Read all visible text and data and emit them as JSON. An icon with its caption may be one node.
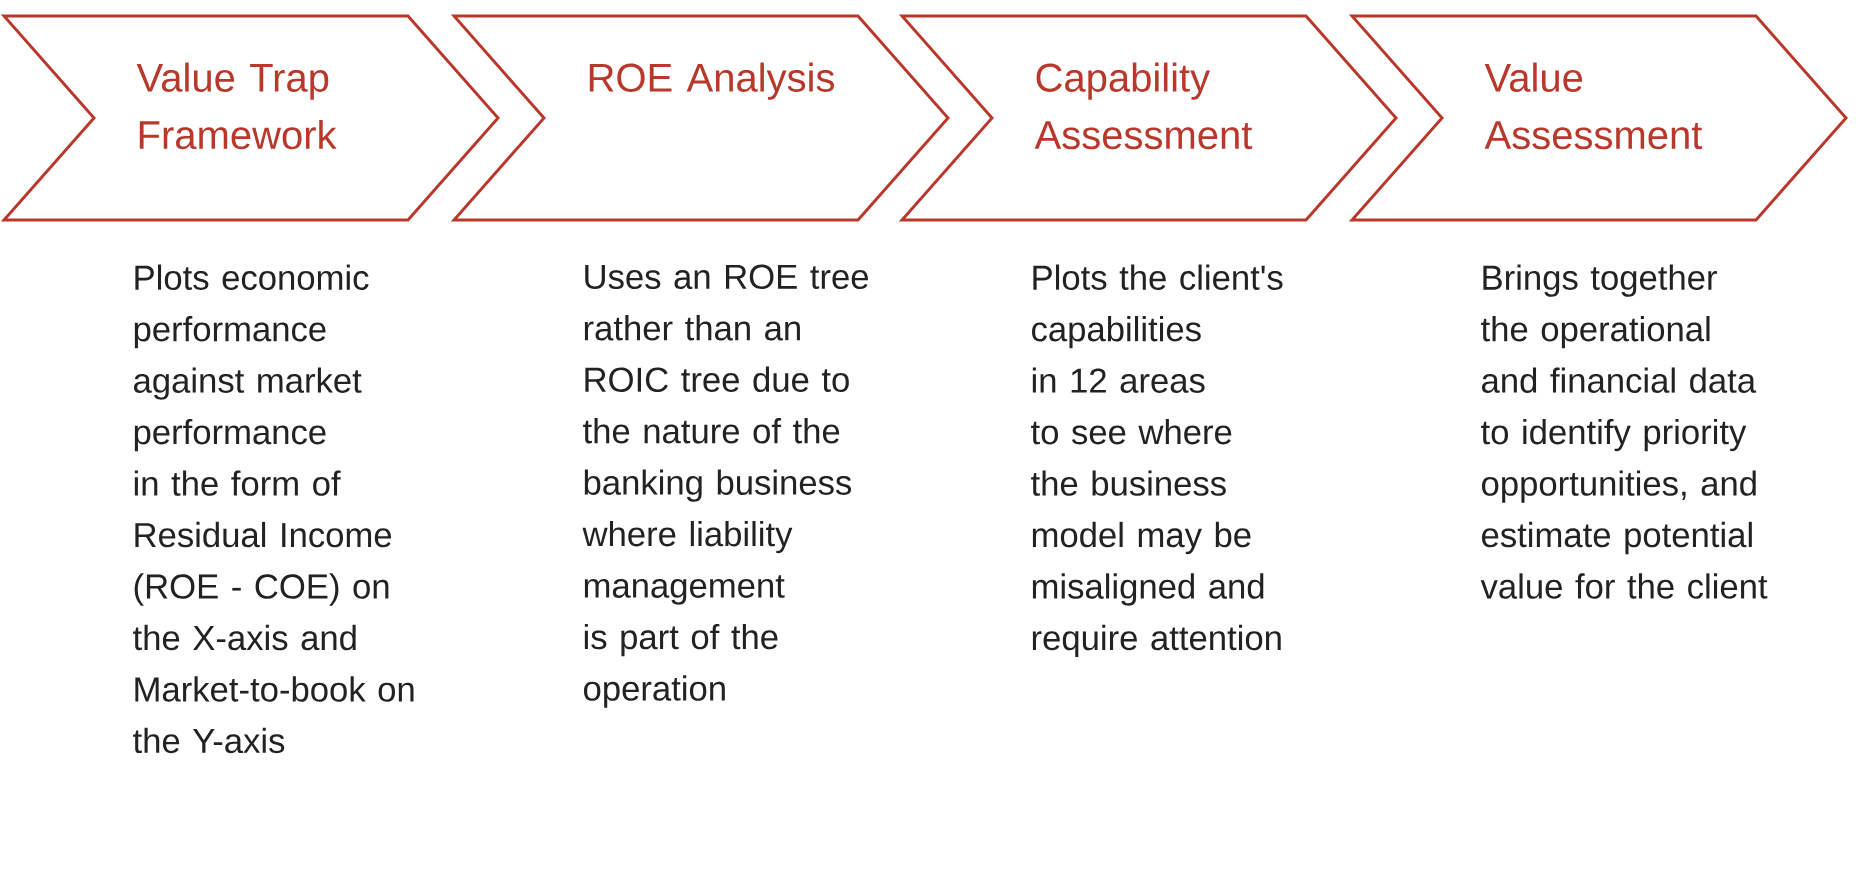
{
  "diagram": {
    "nodes": [
      {
        "text": [
          "Value Trap Framework"
        ],
        "beside": [
          "Plots economic performance against market performance in the form of Residual Income (ROE - COE) on the X-axis and Market-to-book on the Y-axis"
        ]
      },
      {
        "text": [
          "ROE Analysis"
        ],
        "beside": [
          "Uses an ROE tree rather than an ROIC tree due to the nature of the banking business where liability management is part of the operation"
        ]
      },
      {
        "text": [
          "Capability Assessment"
        ],
        "beside": [
          "Plots the client's capabilities in 12 areas to see where the business model may be misaligned and require attention"
        ]
      },
      {
        "text": [
          "Value Assessment"
        ],
        "beside": [
          "Brings together the operational and financial data to identify priority opportunities, and estimate potential value for the client"
        ]
      }
    ]
  }
}
